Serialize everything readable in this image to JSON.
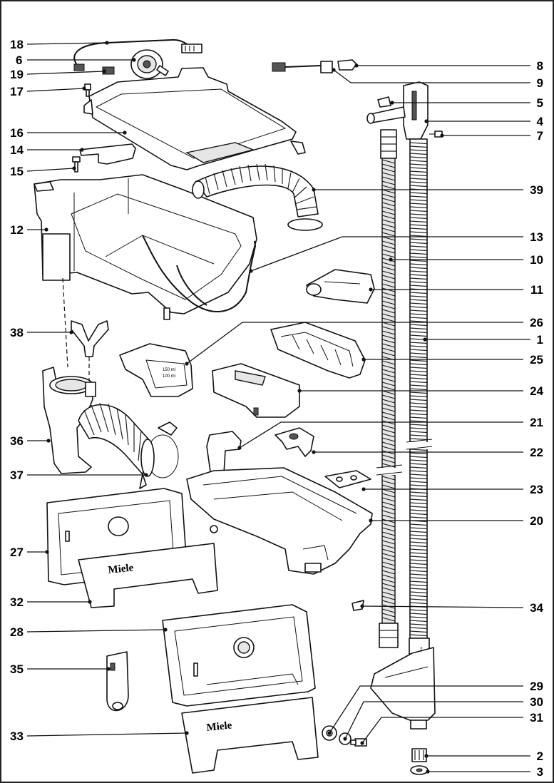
{
  "brand_label": "Miele",
  "small_labels": {
    "ml_150": "150 ml",
    "ml_100": "100 ml"
  },
  "callouts": [
    {
      "id": "18",
      "label": "18"
    },
    {
      "id": "6",
      "label": "6"
    },
    {
      "id": "19",
      "label": "19"
    },
    {
      "id": "17",
      "label": "17"
    },
    {
      "id": "16",
      "label": "16"
    },
    {
      "id": "14",
      "label": "14"
    },
    {
      "id": "15",
      "label": "15"
    },
    {
      "id": "12",
      "label": "12"
    },
    {
      "id": "38",
      "label": "38"
    },
    {
      "id": "36",
      "label": "36"
    },
    {
      "id": "37",
      "label": "37"
    },
    {
      "id": "27",
      "label": "27"
    },
    {
      "id": "32",
      "label": "32"
    },
    {
      "id": "28",
      "label": "28"
    },
    {
      "id": "35",
      "label": "35"
    },
    {
      "id": "33",
      "label": "33"
    },
    {
      "id": "8",
      "label": "8"
    },
    {
      "id": "9",
      "label": "9"
    },
    {
      "id": "5",
      "label": "5"
    },
    {
      "id": "4",
      "label": "4"
    },
    {
      "id": "7",
      "label": "7"
    },
    {
      "id": "39",
      "label": "39"
    },
    {
      "id": "13",
      "label": "13"
    },
    {
      "id": "10",
      "label": "10"
    },
    {
      "id": "11",
      "label": "11"
    },
    {
      "id": "26",
      "label": "26"
    },
    {
      "id": "1",
      "label": "1"
    },
    {
      "id": "25",
      "label": "25"
    },
    {
      "id": "24",
      "label": "24"
    },
    {
      "id": "21",
      "label": "21"
    },
    {
      "id": "22",
      "label": "22"
    },
    {
      "id": "23",
      "label": "23"
    },
    {
      "id": "20",
      "label": "20"
    },
    {
      "id": "34",
      "label": "34"
    },
    {
      "id": "29",
      "label": "29"
    },
    {
      "id": "30",
      "label": "30"
    },
    {
      "id": "31",
      "label": "31"
    },
    {
      "id": "2",
      "label": "2"
    },
    {
      "id": "3",
      "label": "3"
    }
  ]
}
